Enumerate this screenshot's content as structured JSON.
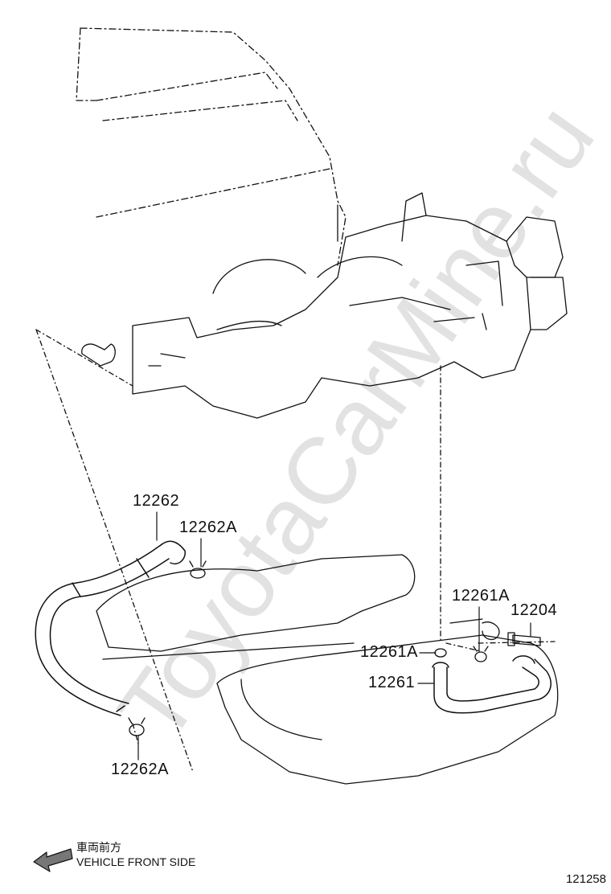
{
  "diagram": {
    "parts": [
      {
        "id": "12262"
      },
      {
        "id": "12262A"
      },
      {
        "id": "12262A"
      },
      {
        "id": "12261A"
      },
      {
        "id": "12261A"
      },
      {
        "id": "12204"
      },
      {
        "id": "12261"
      }
    ],
    "front_side": {
      "japanese": "車両前方",
      "english": "VEHICLE FRONT SIDE"
    },
    "diagram_code": "121258",
    "watermark": "ToyotaCarMine.ru"
  }
}
